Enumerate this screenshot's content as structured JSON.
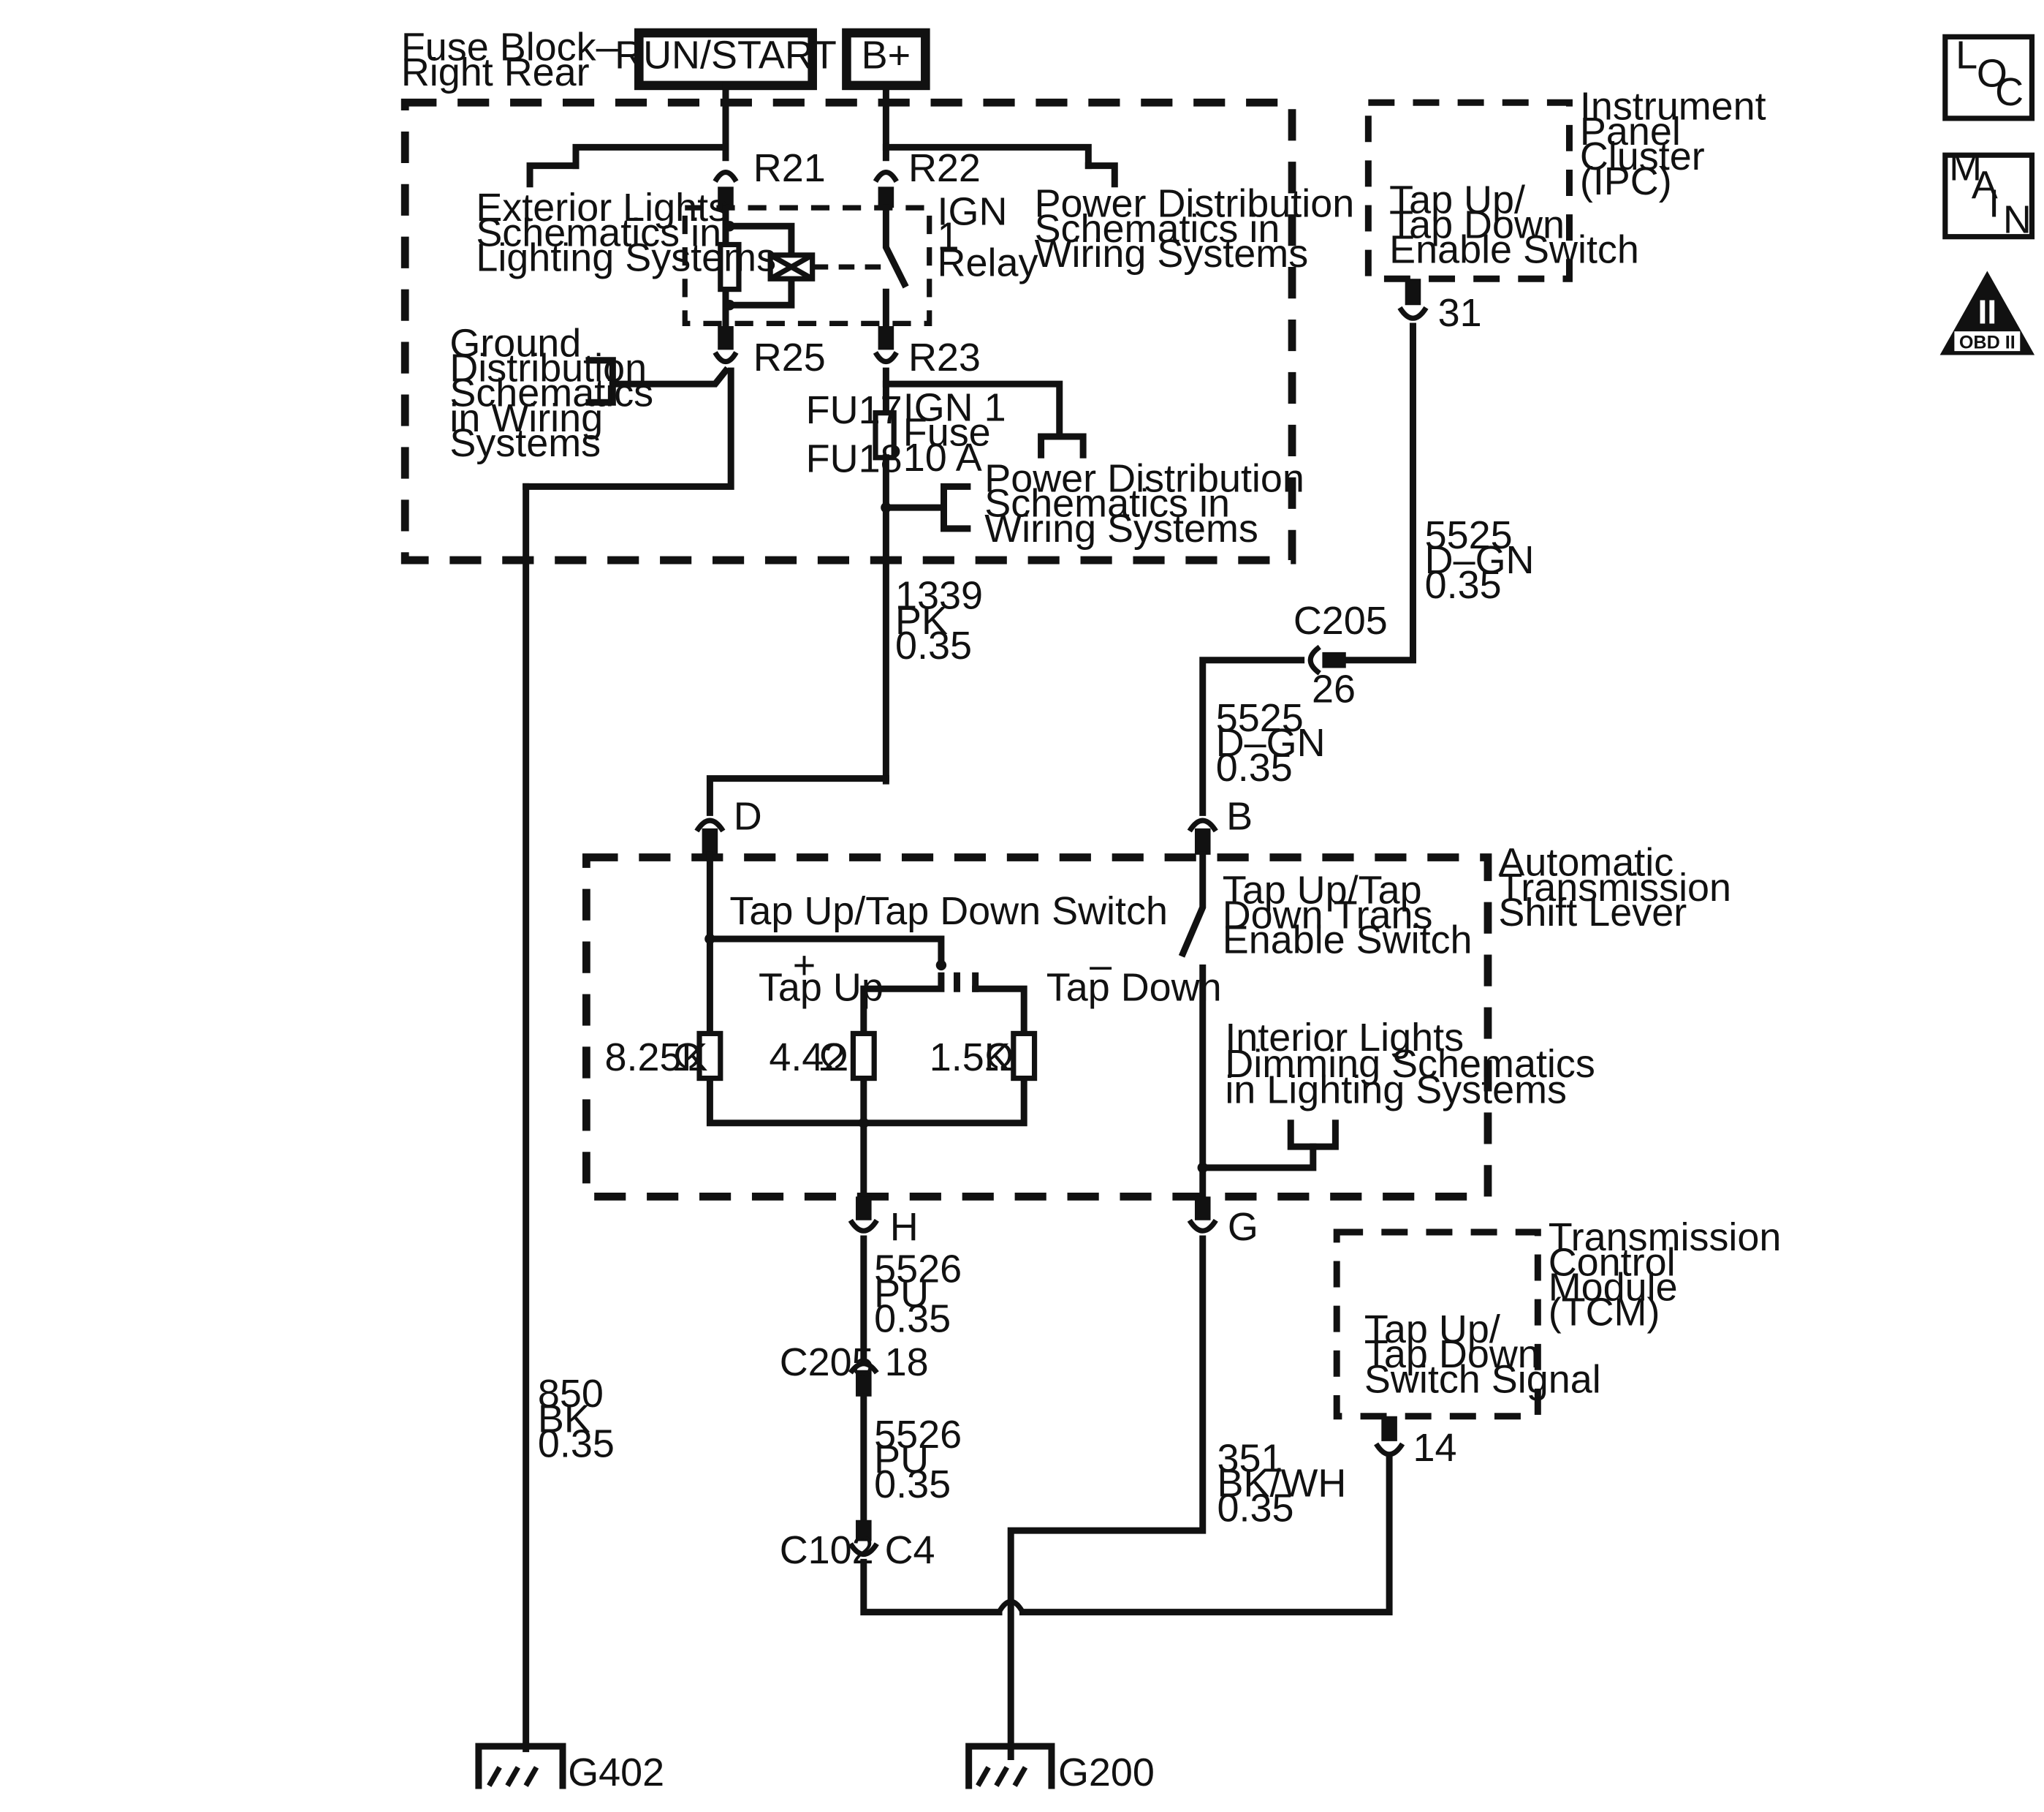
{
  "power_sources": {
    "run_start": "RUN/START",
    "bplus": "B+"
  },
  "fuse_block": {
    "title_line1": "Fuse Block–",
    "title_line2": "Right Rear",
    "pins": {
      "r21": "R21",
      "r22": "R22",
      "r25": "R25",
      "r23": "R23"
    },
    "relay": {
      "line1": "IGN",
      "line2": "1",
      "line3": "Relay"
    },
    "fuse": {
      "fu17": "FU17",
      "fu18": "FU18",
      "line1": "IGN 1",
      "line2": "Fuse",
      "line3": "10 A"
    },
    "ref_exterior_lights": [
      "Exterior Lights",
      "Schematics in",
      "Lighting Systems"
    ],
    "ref_power_dist_top": [
      "Power Distribution",
      "Schematics in",
      "Wiring Systems"
    ],
    "ref_ground_dist": [
      "Ground",
      "Distribution",
      "Schematics",
      "in Wiring",
      "Systems"
    ],
    "ref_power_dist_bottom": [
      "Power Distribution",
      "Schematics in",
      "Wiring Systems"
    ]
  },
  "ipc": {
    "title": [
      "Instrument",
      "Panel",
      "Cluster",
      "(IPC)"
    ],
    "function": [
      "Tap Up/",
      "Tap Down",
      "Enable Switch"
    ],
    "pin": "31"
  },
  "wires": {
    "w5525_top": [
      "5525",
      "D–GN",
      "0.35"
    ],
    "w5525_mid": [
      "5525",
      "D–GN",
      "0.35"
    ],
    "w1339": [
      "1339",
      "PK",
      "0.35"
    ],
    "w850": [
      "850",
      "BK",
      "0.35"
    ],
    "w5526_top": [
      "5526",
      "PU",
      "0.35"
    ],
    "w5526_bottom": [
      "5526",
      "PU",
      "0.35"
    ],
    "w351": [
      "351",
      "BK/WH",
      "0.35"
    ]
  },
  "connectors": {
    "c205_top": "C205",
    "c205_top_pin": "26",
    "pin_d": "D",
    "pin_b": "B",
    "pin_h": "H",
    "pin_g": "G",
    "c205_mid": "C205",
    "c205_mid_pin": "18",
    "c102": "C102",
    "c102_pin": "C4"
  },
  "shift_lever": {
    "title": [
      "Automatic",
      "Transmission",
      "Shift Lever"
    ],
    "switch_label": "Tap Up/Tap Down Switch",
    "plus": "+",
    "tap_up": "Tap Up",
    "minus": "–",
    "tap_down": "Tap Down",
    "enable_switch": [
      "Tap Up/Tap",
      "Down Trans",
      "Enable Switch"
    ],
    "r1": "8.25K",
    "r2": "4.42",
    "r3": "1.5K",
    "ohm": "Ω",
    "ref_interior_lights": [
      "Interior Lights",
      "Dimming Schematics",
      "in Lighting Systems"
    ]
  },
  "tcm": {
    "title": [
      "Transmission",
      "Control",
      "Module",
      "(TCM)"
    ],
    "function": [
      "Tap Up/",
      "Tap Down",
      "Switch Signal"
    ],
    "pin": "14"
  },
  "grounds": {
    "g402": "G402",
    "g200": "G200"
  },
  "nav_icons": {
    "loc": [
      "L",
      "O",
      "C"
    ],
    "main": [
      "M",
      "A",
      "I",
      "N"
    ],
    "obd_numeral": "II",
    "obd_label": "OBD II"
  }
}
